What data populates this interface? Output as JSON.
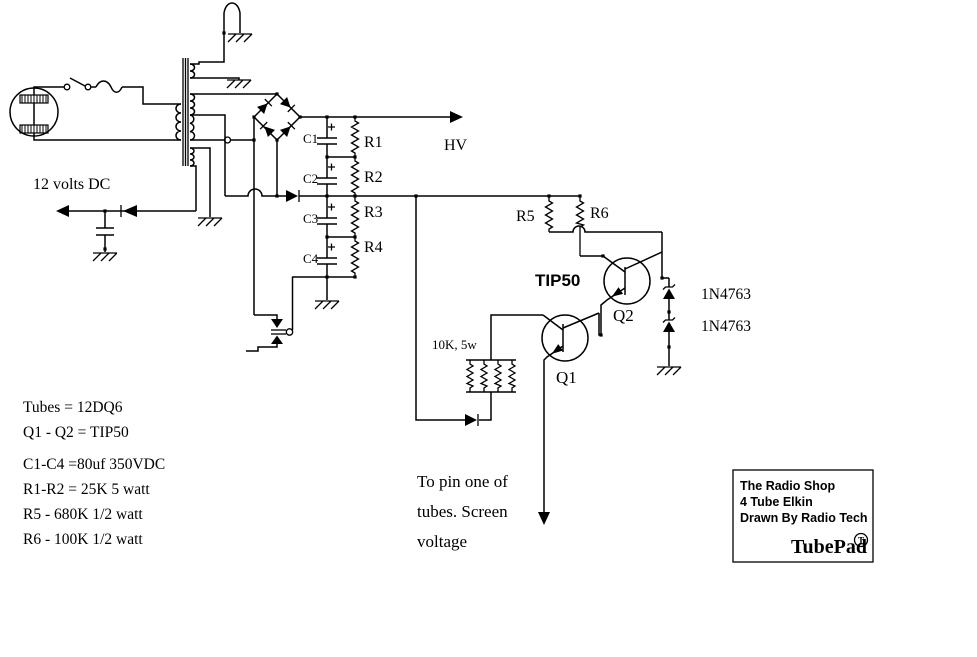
{
  "colors": {
    "background": "#ffffff",
    "ink": "#000000"
  },
  "schematic": {
    "supply_label": "12 volts DC",
    "hv_label": "HV",
    "capacitors": [
      "C1",
      "C2",
      "C3",
      "C4"
    ],
    "resistors": [
      "R1",
      "R2",
      "R3",
      "R4"
    ],
    "r5_label": "R5",
    "r6_label": "R6",
    "transistor_type": "TIP50",
    "q1_label": "Q1",
    "q2_label": "Q2",
    "zener1_label": "1N4763",
    "zener2_label": "1N4763",
    "bank_label": "10K, 5w",
    "screen_note_1": "To pin one of",
    "screen_note_2": "tubes. Screen",
    "screen_note_3": "voltage"
  },
  "notes": [
    "Tubes = 12DQ6",
    "Q1 - Q2 =  TIP50",
    "C1-C4 =80uf 350VDC",
    "R1-R2 = 25K 5 watt",
    "R5 - 680K 1/2 watt",
    "R6 - 100K 1/2 watt"
  ],
  "title_block": {
    "line1": "The Radio Shop",
    "line2": "4 Tube Elkin",
    "line3": "Drawn By Radio Tech",
    "brand": "TubePad",
    "brand_mark": "T"
  }
}
